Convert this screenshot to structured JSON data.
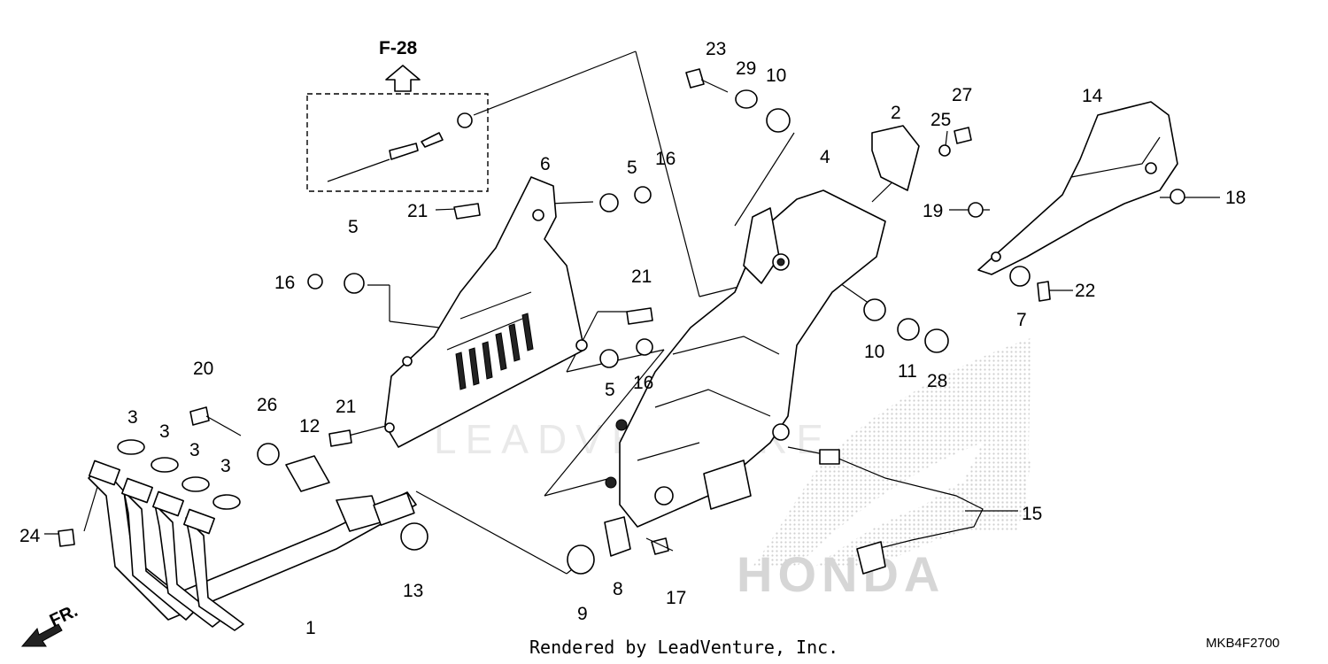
{
  "diagram": {
    "ref_code": "F-28",
    "fr_label": "FR.",
    "credit": "Rendered by LeadVenture, Inc.",
    "diagram_code": "MKB4F2700",
    "watermark_brand": "HONDA",
    "watermark_text": "LEADVENTURE",
    "callouts": {
      "c1": "1",
      "c2": "2",
      "c3a": "3",
      "c3b": "3",
      "c3c": "3",
      "c3d": "3",
      "c4": "4",
      "c5a": "5",
      "c5b": "5",
      "c5c": "5",
      "c6": "6",
      "c7": "7",
      "c8": "8",
      "c9": "9",
      "c10a": "10",
      "c10b": "10",
      "c11": "11",
      "c12": "12",
      "c13": "13",
      "c14": "14",
      "c15": "15",
      "c16a": "16",
      "c16b": "16",
      "c16c": "16",
      "c17": "17",
      "c18": "18",
      "c19": "19",
      "c20": "20",
      "c21a": "21",
      "c21b": "21",
      "c21c": "21",
      "c22": "22",
      "c23": "23",
      "c24": "24",
      "c25": "25",
      "c26": "26",
      "c27": "27",
      "c28": "28",
      "c29": "29"
    }
  }
}
